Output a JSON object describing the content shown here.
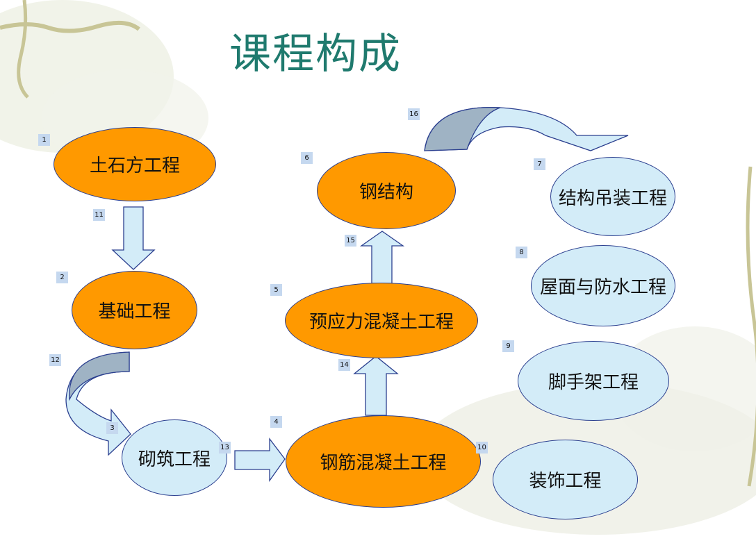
{
  "title": "课程构成",
  "nodes": {
    "n1": "土石方工程",
    "n2": "基础工程",
    "n3": "砌筑工程",
    "n4": "钢筋混凝土工程",
    "n5": "预应力混凝土工程",
    "n6": "钢结构",
    "n7": "结构吊装工程",
    "n8": "屋面与防水工程",
    "n9": "脚手架工程",
    "n10": "装饰工程"
  },
  "labels": {
    "l1": "1",
    "l2": "2",
    "l3": "3",
    "l4": "4",
    "l5": "5",
    "l6": "6",
    "l7": "7",
    "l8": "8",
    "l9": "9",
    "l10": "10",
    "l11": "11",
    "l12": "12",
    "l13": "13",
    "l14": "14",
    "l15": "15",
    "l16": "16"
  },
  "colors": {
    "title": "#1f7a6e",
    "orange": "#ff9900",
    "light_blue": "#d3ecf8",
    "outline": "#2b3f8f",
    "arrow_shade": "#9fb3c4"
  }
}
